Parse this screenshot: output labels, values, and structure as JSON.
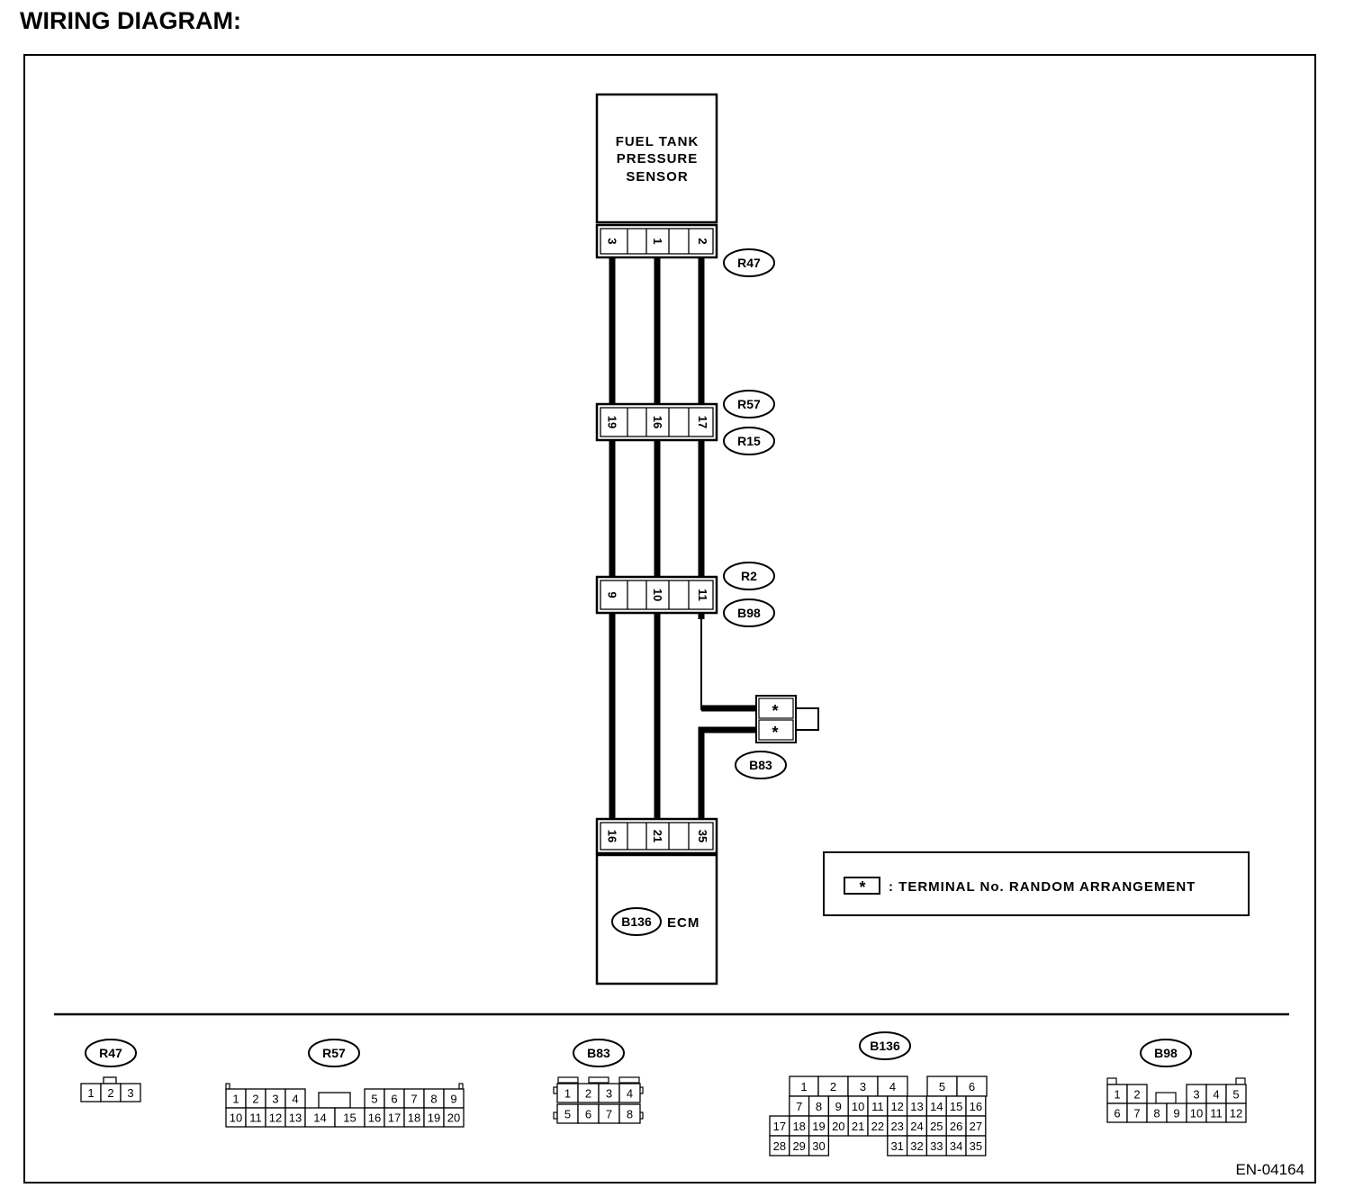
{
  "title": "WIRING DIAGRAM:",
  "sensor": {
    "lines": [
      "FUEL TANK",
      "PRESSURE",
      "SENSOR"
    ]
  },
  "ecm": {
    "connector": "B136",
    "label": "ECM"
  },
  "rows": {
    "sensor_side": {
      "pins": [
        "3",
        "1",
        "2"
      ],
      "badges": [
        "R47"
      ]
    },
    "mid_1": {
      "pins": [
        "19",
        "16",
        "17"
      ],
      "badges": [
        "R57",
        "R15"
      ]
    },
    "mid_2": {
      "pins": [
        "9",
        "10",
        "11"
      ],
      "badges": [
        "R2",
        "B98"
      ]
    },
    "ecm_side": {
      "pins": [
        "16",
        "21",
        "35"
      ],
      "badges": []
    }
  },
  "b83": {
    "label": "B83",
    "pins": [
      "*",
      "*"
    ]
  },
  "legend": {
    "symbol": "*",
    "text": ": TERMINAL No. RANDOM ARRANGEMENT"
  },
  "connector_views": [
    {
      "id": "R47",
      "rows": [
        [
          "1",
          "2",
          "3"
        ]
      ]
    },
    {
      "id": "R57",
      "rows": [
        [
          "1",
          "2",
          "3",
          "4",
          "",
          "5",
          "6",
          "7",
          "8",
          "9"
        ],
        [
          "10",
          "11",
          "12",
          "13",
          "14",
          "15",
          "16",
          "17",
          "18",
          "19",
          "20"
        ]
      ]
    },
    {
      "id": "B83",
      "rows": [
        [
          "1",
          "2",
          "3",
          "4"
        ],
        [
          "5",
          "6",
          "7",
          "8"
        ]
      ]
    },
    {
      "id": "B136",
      "rows": [
        [
          "1",
          "2",
          "3",
          "4",
          "5",
          "6"
        ],
        [
          "7",
          "8",
          "9",
          "10",
          "11",
          "12",
          "13",
          "14",
          "15",
          "16"
        ],
        [
          "17",
          "18",
          "19",
          "20",
          "21",
          "22",
          "23",
          "24",
          "25",
          "26",
          "27"
        ],
        [
          "28",
          "29",
          "30",
          "31",
          "32",
          "33",
          "34",
          "35"
        ]
      ]
    },
    {
      "id": "B98",
      "rows": [
        [
          "1",
          "2",
          "",
          "3",
          "4",
          "5"
        ],
        [
          "6",
          "7",
          "8",
          "9",
          "10",
          "11",
          "12"
        ]
      ]
    }
  ],
  "figure_code": "EN-04164"
}
